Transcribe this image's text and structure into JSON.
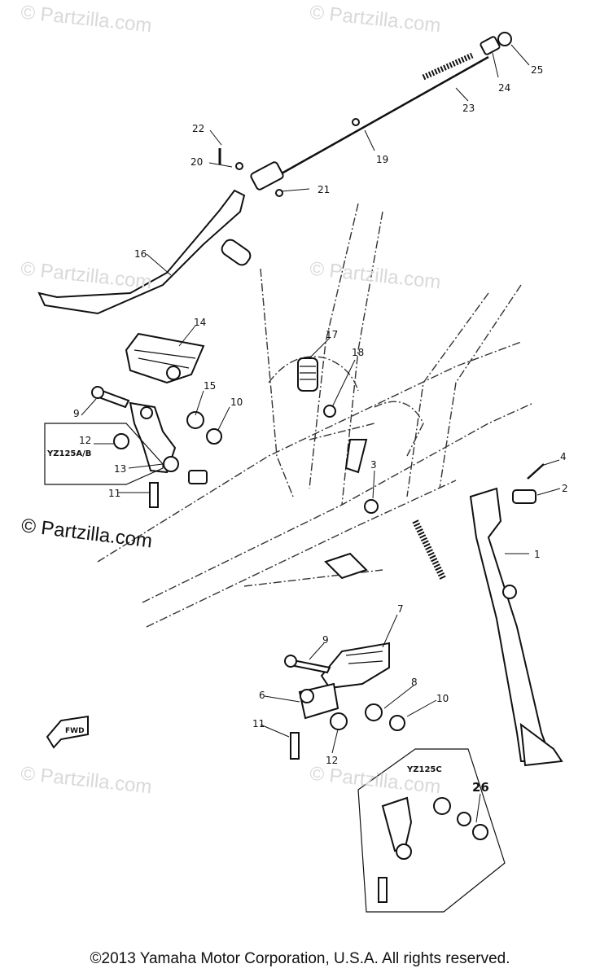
{
  "watermarks": [
    "© Partzilla.com",
    "© Partzilla.com",
    "© Partzilla.com",
    "© Partzilla.com",
    "© Partzilla.com",
    "© Partzilla.com"
  ],
  "main_watermark": "© Partzilla.com",
  "footer": "©2013 Yamaha Motor Corporation, U.S.A. All rights reserved.",
  "model_labels": {
    "left": "YZ125A/B",
    "right": "YZ125C"
  },
  "fwd_label": "FWD",
  "callouts": [
    "1",
    "2",
    "3",
    "4",
    "6",
    "7",
    "8",
    "9",
    "9",
    "10",
    "10",
    "11",
    "11",
    "12",
    "12",
    "13",
    "14",
    "15",
    "16",
    "17",
    "18",
    "19",
    "20",
    "21",
    "22",
    "23",
    "24",
    "25",
    "26"
  ]
}
